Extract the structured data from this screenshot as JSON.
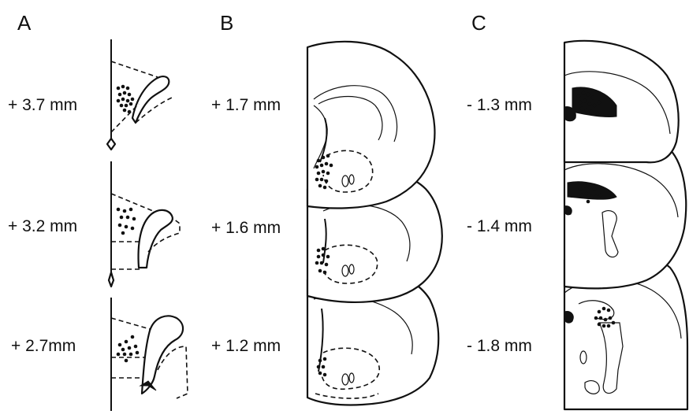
{
  "panels": [
    {
      "letter": "A",
      "sections": [
        {
          "level": "+ 3.7 mm"
        },
        {
          "level": "+ 3.2 mm"
        },
        {
          "level": "+ 2.7mm"
        }
      ]
    },
    {
      "letter": "B",
      "sections": [
        {
          "level": "+ 1.7 mm"
        },
        {
          "level": "+ 1.6 mm"
        },
        {
          "level": "+ 1.2 mm"
        }
      ]
    },
    {
      "letter": "C",
      "sections": [
        {
          "level": "- 1.3 mm"
        },
        {
          "level": "- 1.4 mm"
        },
        {
          "level": "- 1.8 mm"
        }
      ]
    }
  ]
}
